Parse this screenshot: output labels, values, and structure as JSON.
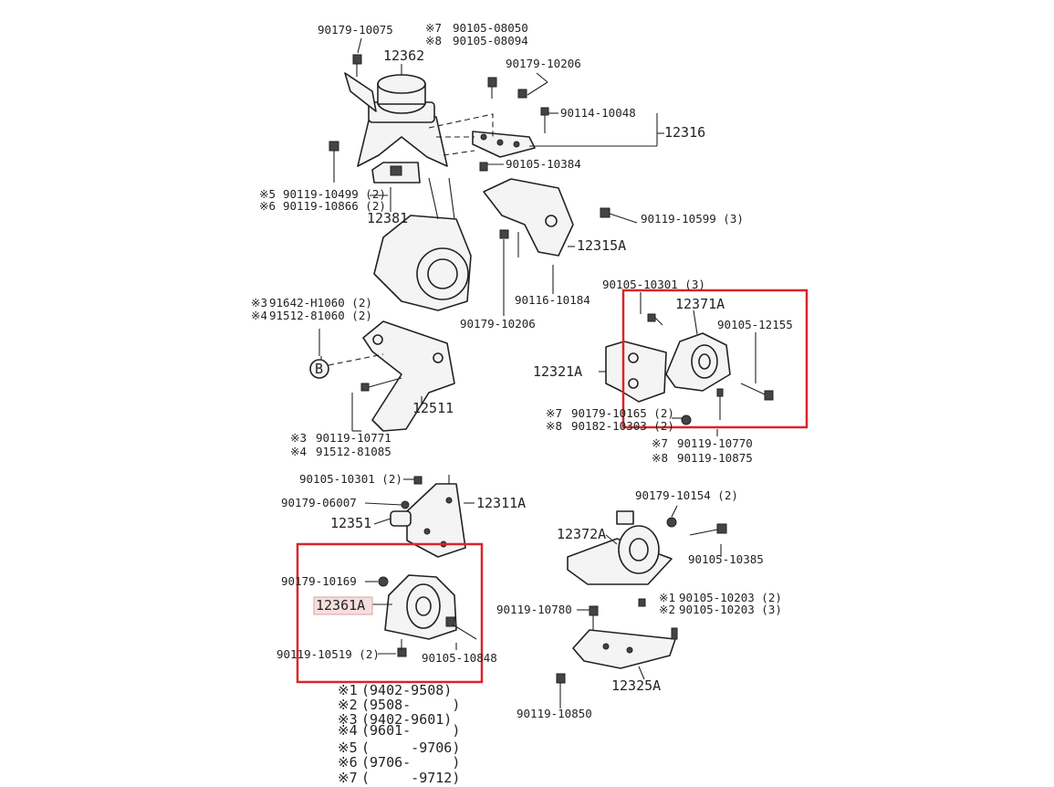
{
  "labels": {
    "l1": "90179-10075",
    "l2": "※7",
    "l3": "90105-08050",
    "l4": "※8",
    "l5": "90105-08094",
    "l6": "12362",
    "l7": "90179-10206",
    "l8": "90114-10048",
    "l9": "12316",
    "l10": "90105-10384",
    "l11": "※5",
    "l12": "90119-10499 (2)",
    "l13": "※6",
    "l14": "90119-10866 (2)",
    "l15": "12381",
    "l16": "90119-10599 (3)",
    "l17": "12315A",
    "l18": "90116-10184",
    "l19": "90179-10206",
    "l20": "90105-10301 (3)",
    "l21": "12371A",
    "l22": "90105-12155",
    "l23": "※3",
    "l24": "91642-H1060 (2)",
    "l25": "※4",
    "l26": "91512-81060 (2)",
    "l27": "B",
    "l28": "12321A",
    "l29": "12511",
    "l30": "※7",
    "l31": "90179-10165 (2)",
    "l32": "※8",
    "l33": "90182-10303 (2)",
    "l34": "※7",
    "l35": "90119-10770",
    "l36": "※8",
    "l37": "90119-10875",
    "l38": "※3",
    "l39": "90119-10771",
    "l40": "※4",
    "l41": "91512-81085",
    "l42": "90105-10301 (2)",
    "l43": "90179-06007",
    "l44": "12311A",
    "l45": "12351",
    "l46": "90179-10154 (2)",
    "l47": "12372A",
    "l48": "90105-10385",
    "l49": "90179-10169",
    "l50": "12361A",
    "l51": "※1",
    "l52": "90105-10203 (2)",
    "l53": "※2",
    "l54": "90105-10203 (3)",
    "l55": "90119-10780",
    "l56": "90119-10519 (2)",
    "l57": "90105-10848",
    "l58": "12325A",
    "l59": "90119-10850"
  },
  "notes": [
    {
      "mark": "※1",
      "range": "(9402-9508)"
    },
    {
      "mark": "※2",
      "range": "(9508-     )"
    },
    {
      "mark": "※3",
      "range": "(9402-9601)"
    },
    {
      "mark": "※4",
      "range": "(9601-     )"
    },
    {
      "mark": "※5",
      "range": "(     -9706)"
    },
    {
      "mark": "※6",
      "range": "(9706-     )"
    },
    {
      "mark": "※7",
      "range": "(     -9712)"
    }
  ],
  "colors": {
    "highlight": "#d9252a",
    "ink": "#222222"
  }
}
